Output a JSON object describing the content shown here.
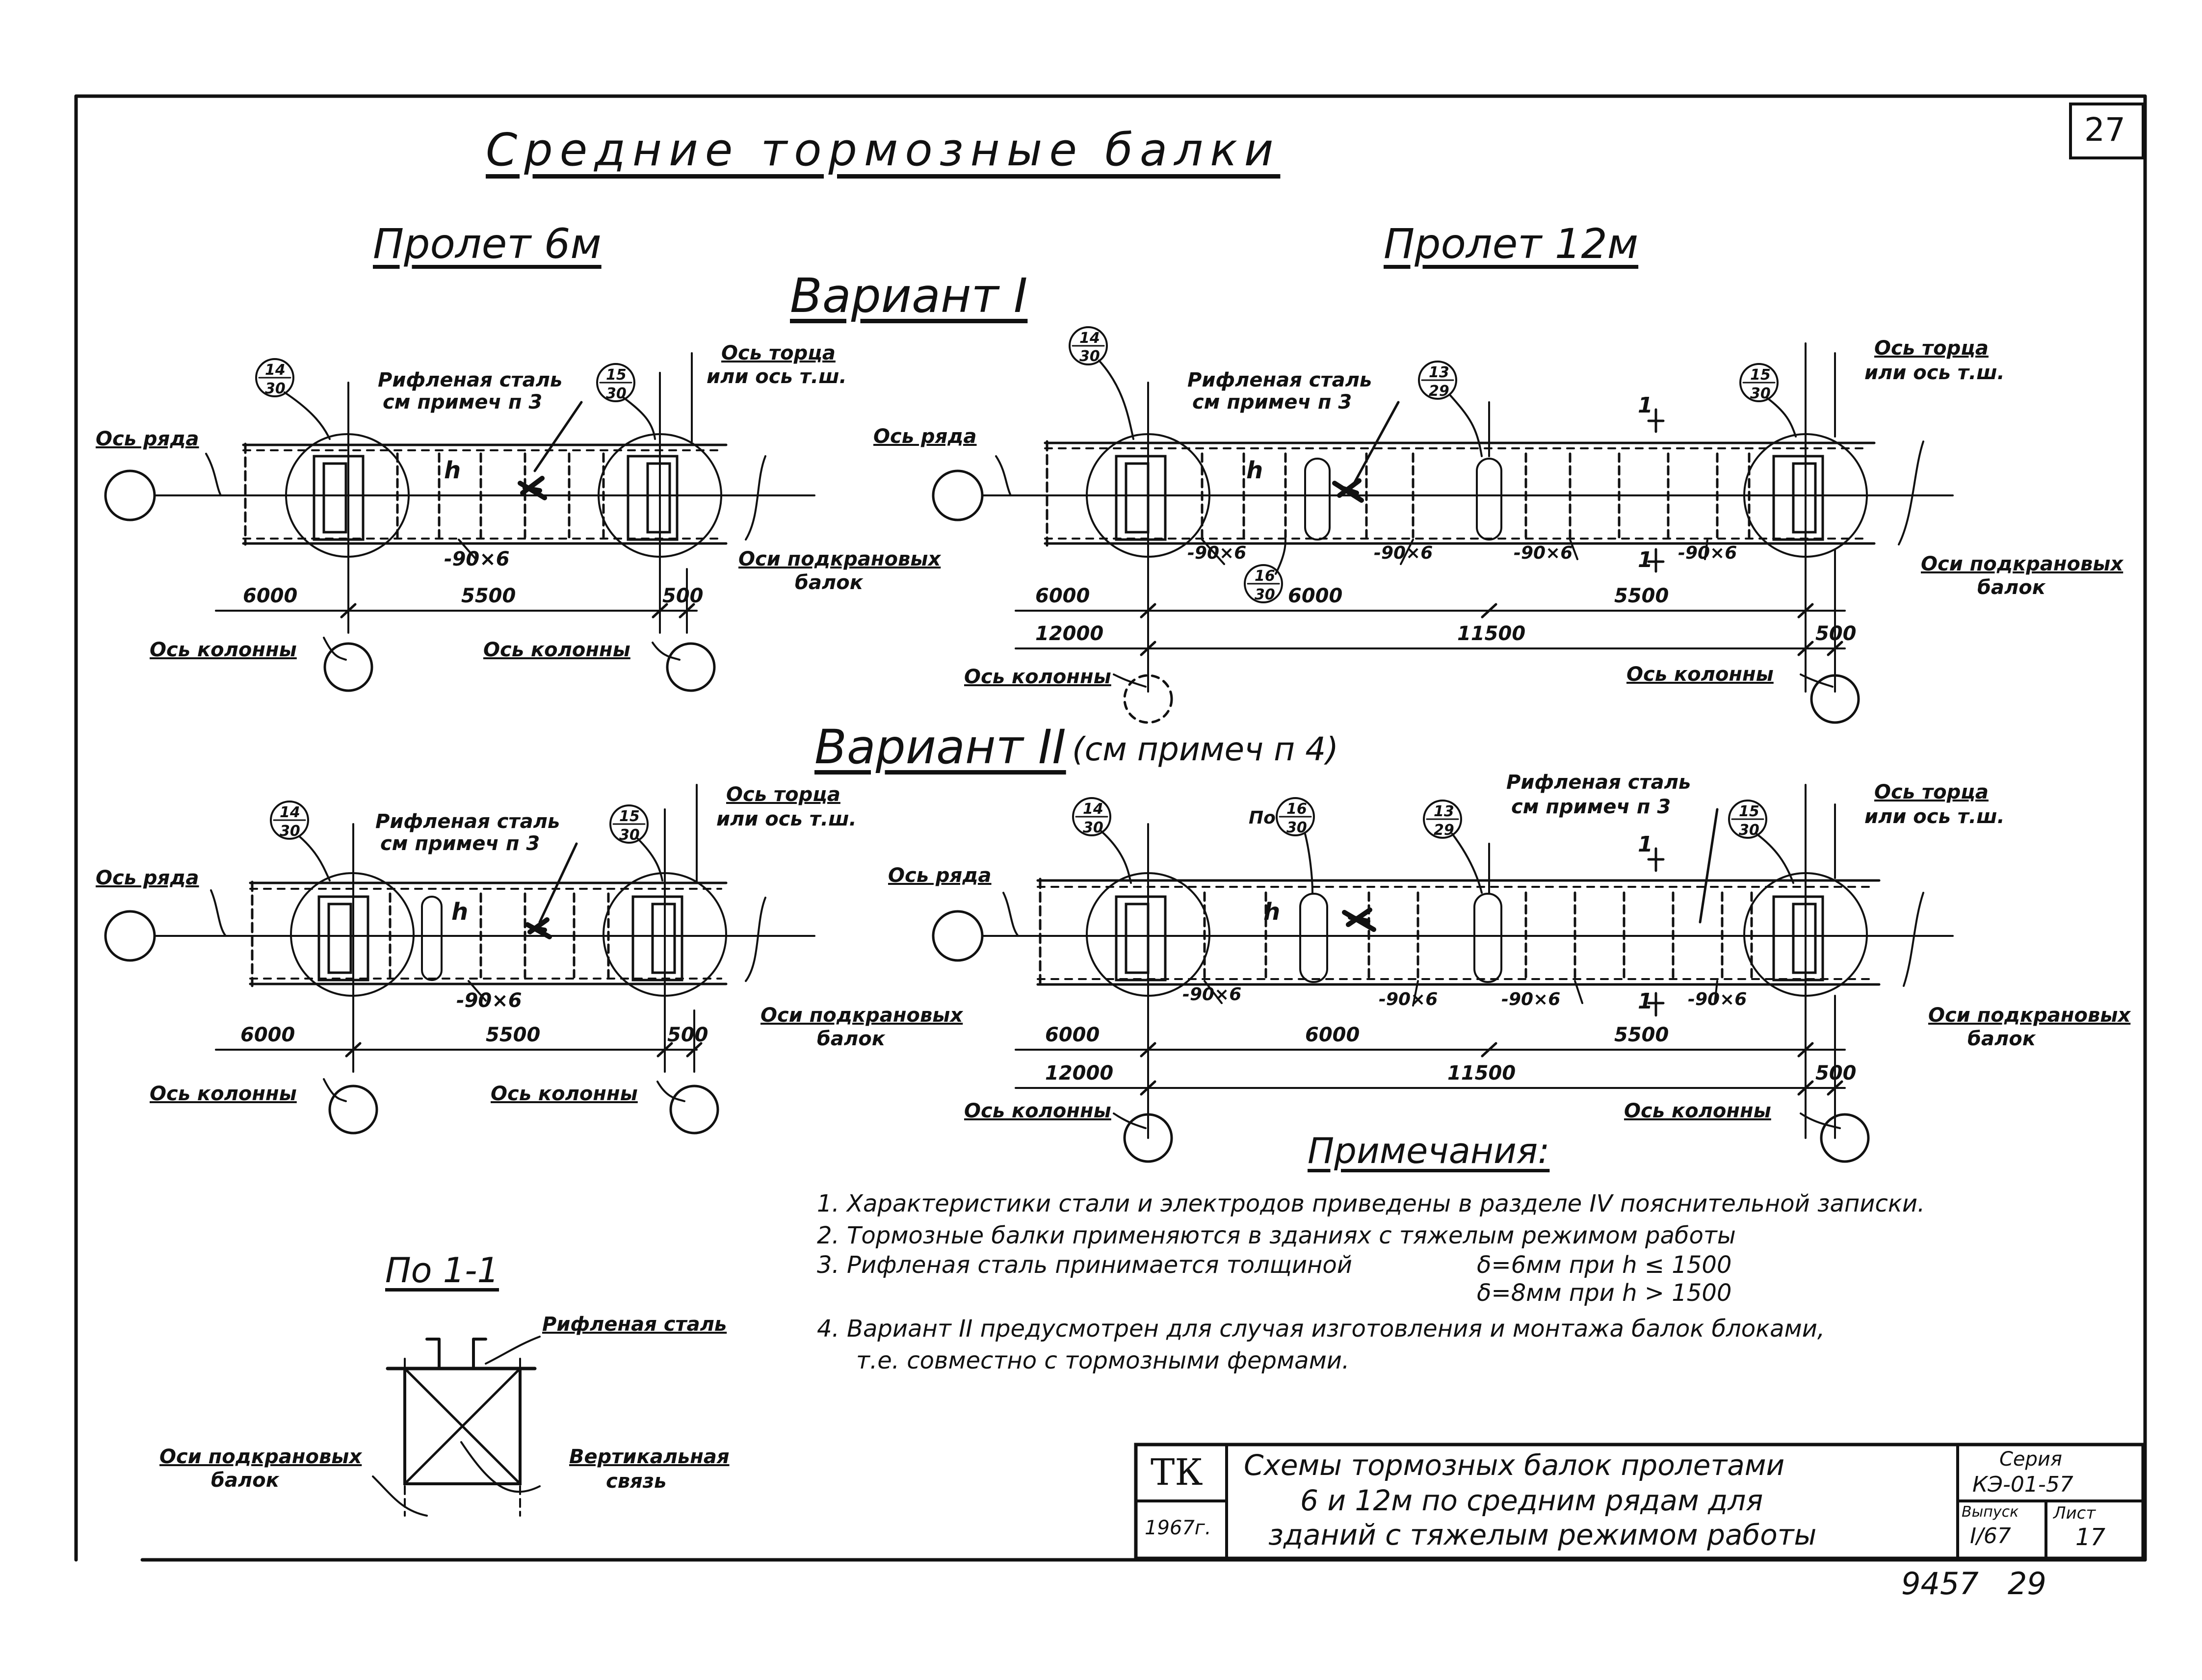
{
  "sheet_number": "27",
  "title": "Средние тормозные балки",
  "span_6m": "Пролет 6м",
  "span_12m": "Пролет 12м",
  "variant1": "Вариант I",
  "variant2": "Вариант II",
  "variant2_note": "(см примеч п 4)",
  "labels": {
    "axis_row": "Ось ряда",
    "axis_end": "Ось торца",
    "axis_end_alt": "или ось т.ш.",
    "checkered_steel": "Рифленая сталь",
    "see_note_3": "см примеч п 3",
    "crane_beam_axes_1": "Оси подкрановых",
    "crane_beam_axes_2": "балок",
    "column_axis": "Ось колонны",
    "plate": "-90×6",
    "h": "h",
    "section_1": "1",
    "po": "По",
    "vertical_bracing_1": "Вертикальная",
    "vertical_bracing_2": "связь"
  },
  "marks": {
    "m14": "14",
    "m15": "15",
    "m13": "13",
    "m16": "16",
    "s30": "30",
    "s29": "29"
  },
  "dims": {
    "d6000": "6000",
    "d5500": "5500",
    "d500": "500",
    "d12000": "12000",
    "d11500": "11500"
  },
  "section_title": "По 1-1",
  "notes_title": "Примечания:",
  "notes": {
    "n1": "1. Характеристики стали и электродов приведены в разделе IV пояснительной записки.",
    "n2": "2. Тормозные балки применяются в зданиях с тяжелым режимом работы",
    "n3a": "3. Рифленая сталь принимается толщиной",
    "n3b": "δ=6мм при  h ≤ 1500",
    "n3c": "δ=8мм при  h > 1500",
    "n4a": "4. Вариант II предусмотрен для случая изготовления и монтажа балок блоками,",
    "n4b": "т.е. совместно с тормозными фермами."
  },
  "title_block": {
    "tk": "ТК",
    "year": "1967г.",
    "line1": "Схемы тормозных балок пролетами",
    "line2": "6 и 12м по средним рядам для",
    "line3": "зданий с тяжелым режимом работы",
    "series_label": "Серия",
    "series_value": "КЭ-01-57",
    "issue_label": "Выпуск",
    "issue_value": "I/67",
    "sheet_label": "Лист",
    "sheet_value": "17"
  },
  "bottom_number": "9457   29"
}
